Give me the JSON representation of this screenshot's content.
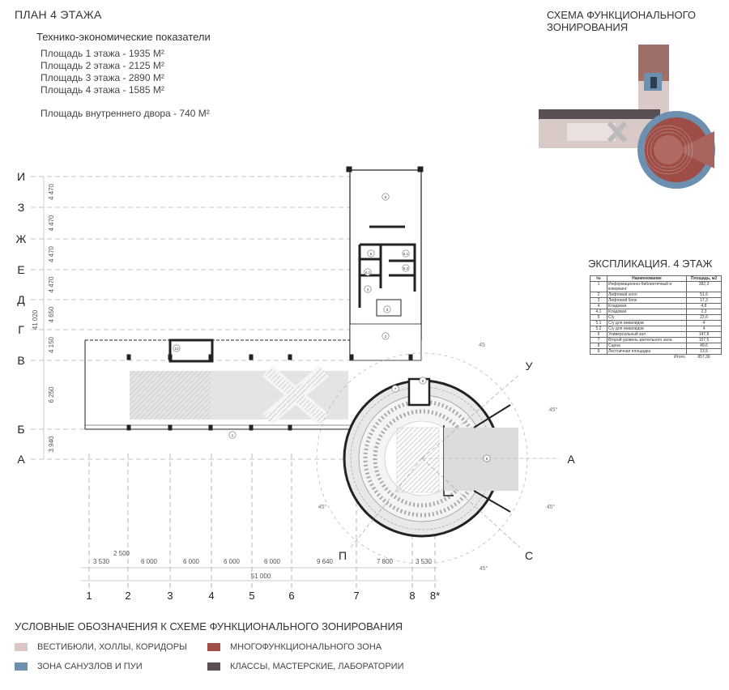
{
  "title": "ПЛАН 4 ЭТАЖА",
  "tep": {
    "title": "Технико-экономические показатели",
    "lines": [
      "Площадь 1 этажа - 1935 М²",
      "Площадь 2 этажа - 2125 М²",
      "Площадь 3 этажа - 2890 М²",
      "Площадь 4 этажа - 1585 М²"
    ],
    "courtyard": "Площадь внутреннего двора - 740 М²"
  },
  "scheme_title": "СХЕМА ФУНКЦИОНАЛЬНОГО ЗОНИРОВАНИЯ",
  "explication": {
    "title": "ЭКСПЛИКАЦИЯ. 4 ЭТАЖ",
    "headers": [
      "№",
      "Наименование",
      "Площадь, м2"
    ],
    "rows": [
      [
        "1",
        "Информационно-библиотечный и коворкинг",
        "382,3"
      ],
      [
        "2",
        "Лифтовой холл",
        "51,6"
      ],
      [
        "3",
        "Лифтовой блок",
        "17,3"
      ],
      [
        "4",
        "Кладовая",
        "4,8"
      ],
      [
        "4.1",
        "Кладовая",
        "2,3"
      ],
      [
        "5",
        "С/у",
        "22,6"
      ],
      [
        "5.1",
        "С/у для инвалидов",
        "4"
      ],
      [
        "5.2",
        "С/у для инвалидов",
        "4"
      ],
      [
        "6",
        "Универсальный зал",
        "147,8"
      ],
      [
        "7",
        "Второй уровень зрительного зала",
        "157,5"
      ],
      [
        "8",
        "Сцена",
        "49,6"
      ],
      [
        "9",
        "Лестничная площадка",
        "13,5"
      ]
    ],
    "total_label": "Итого:",
    "total_value": "857,30"
  },
  "axes": {
    "rows": [
      {
        "label": "И"
      },
      {
        "label": "З"
      },
      {
        "label": "Ж"
      },
      {
        "label": "Е"
      },
      {
        "label": "Д"
      },
      {
        "label": "Г"
      },
      {
        "label": "В"
      },
      {
        "label": "Б"
      },
      {
        "label": "А"
      }
    ],
    "row_dims": [
      "4 470",
      "4 470",
      "4 470",
      "4 470",
      "4 650",
      "4 150",
      "6 250",
      "3 940",
      "4 150"
    ],
    "row_total": "41 020",
    "cols": [
      {
        "label": "1"
      },
      {
        "label": "2"
      },
      {
        "label": "3"
      },
      {
        "label": "4"
      },
      {
        "label": "5"
      },
      {
        "label": "6"
      },
      {
        "label": "7"
      },
      {
        "label": "8"
      },
      {
        "label": "8*"
      }
    ],
    "col_dims": [
      "3 530",
      "6 000",
      "6 000",
      "6 000",
      "6 000",
      "9 640",
      "7 800",
      "3 530"
    ],
    "col_extra": "2 500",
    "col_total": "51 000",
    "circle_axes": [
      "У",
      "А",
      "С",
      "П"
    ],
    "angles": [
      "45",
      "45°",
      "45°",
      "45°",
      "45°"
    ]
  },
  "room_tags": [
    "1",
    "2",
    "3",
    "4",
    "4.1",
    "5",
    "5.1",
    "5.2",
    "6",
    "7",
    "8",
    "9",
    "10"
  ],
  "legend": {
    "title": "УСЛОВНЫЕ ОБОЗНАЧЕНИЯ К СХЕМЕ ФУНКЦИОНАЛЬНОГО ЗОНИРОВАНИЯ",
    "items": [
      {
        "label": "ВЕСТИБЮЛИ, ХОЛЛЫ, КОРИДОРЫ",
        "color": "#dcc7c4"
      },
      {
        "label": "МНОГОФУНКЦИОНАЛЬНОГО ЗОНА",
        "color": "#9e4d47"
      },
      {
        "label": "ЗОНА САНУЗЛОВ И ПУИ",
        "color": "#6d8fb0"
      },
      {
        "label": "КЛАССЫ, МАСТЕРСКИЕ, ЛАБОРАТОРИИ",
        "color": "#5a4f55"
      }
    ]
  }
}
